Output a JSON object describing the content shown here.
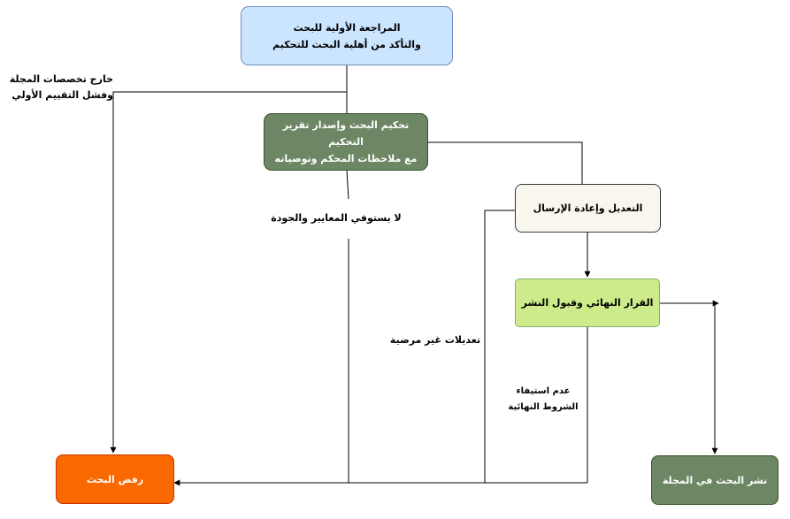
{
  "nodes": {
    "review": {
      "line1": "المراجعة الأولية للبحث",
      "line2": "والتأكد من أهلية البحث للتحكيم",
      "fill": "#cce5ff",
      "stroke": "#6d8ebf"
    },
    "arbitration": {
      "line1": "تحكيم البحث وإصدار تقرير التحكيم",
      "line2": "مع ملاحظات المحكم وتوصياته",
      "fill": "#6d8764",
      "stroke": "#3a5431"
    },
    "revision": {
      "label": "التعديل وإعادة الإرسال",
      "fill": "#f9f7ed",
      "stroke": "#36393d"
    },
    "final_decision": {
      "label": "القرار النهائي وقبول النشر",
      "fill": "#cdeb8b",
      "stroke": "#82b366"
    },
    "reject": {
      "label": "رفض البحث",
      "fill": "#fa6800",
      "stroke": "#c73500"
    },
    "publish": {
      "label": "نشر البحث في المجلة",
      "fill": "#6d8764",
      "stroke": "#3a5431"
    }
  },
  "edge_labels": {
    "out_of_scope": {
      "line1": "خارج تخصصات المجلة",
      "line2": "وفشل التقييم الأولي"
    },
    "not_meeting": "لا يستوفي المعايير والجودة",
    "unsatisfactory": "تعديلات غير مرضية",
    "final_conditions": {
      "line1": "عدم استيفاء",
      "line2": "الشروط النهائية"
    }
  },
  "colors": {
    "edge": "#000000",
    "text_dark": "#000000",
    "text_light": "#ffffff"
  }
}
